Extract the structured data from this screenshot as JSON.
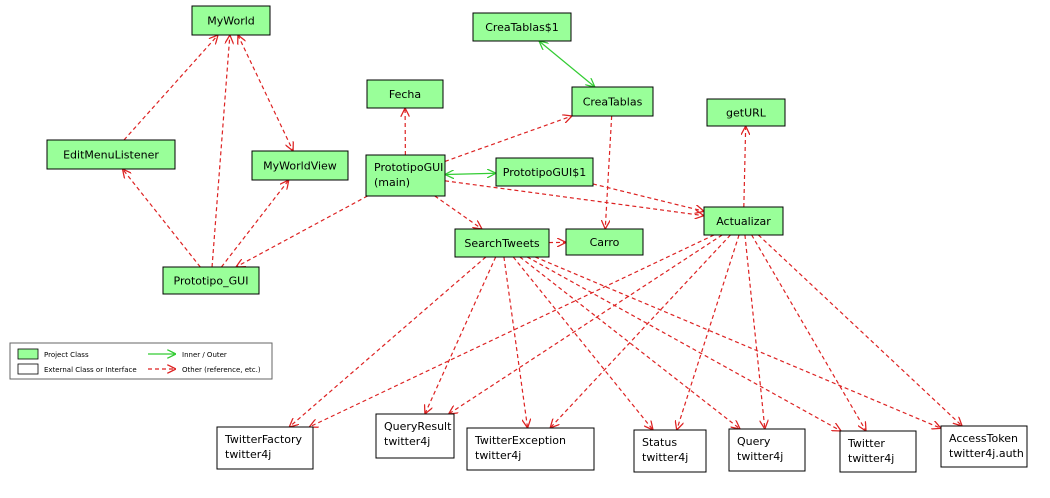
{
  "colors": {
    "project_fill": "#99ff99",
    "external_fill": "#ffffff",
    "inner_edge": "#33cc33",
    "other_edge": "#dd2222"
  },
  "nodes": [
    {
      "id": "MyWorld",
      "type": "project",
      "lines": [
        "MyWorld"
      ]
    },
    {
      "id": "CreaTablas1",
      "type": "project",
      "lines": [
        "CreaTablas$1"
      ]
    },
    {
      "id": "Fecha",
      "type": "project",
      "lines": [
        "Fecha"
      ]
    },
    {
      "id": "CreaTablas",
      "type": "project",
      "lines": [
        "CreaTablas"
      ]
    },
    {
      "id": "getURL",
      "type": "project",
      "lines": [
        "getURL"
      ]
    },
    {
      "id": "EditMenuListener",
      "type": "project",
      "lines": [
        "EditMenuListener"
      ]
    },
    {
      "id": "MyWorldView",
      "type": "project",
      "lines": [
        "MyWorldView"
      ]
    },
    {
      "id": "PrototipoGUI",
      "type": "project",
      "lines": [
        "PrototipoGUI",
        "(main)"
      ]
    },
    {
      "id": "PrototipoGUI1",
      "type": "project",
      "lines": [
        "PrototipoGUI$1"
      ]
    },
    {
      "id": "Actualizar",
      "type": "project",
      "lines": [
        "Actualizar"
      ]
    },
    {
      "id": "SearchTweets",
      "type": "project",
      "lines": [
        "SearchTweets"
      ]
    },
    {
      "id": "Carro",
      "type": "project",
      "lines": [
        "Carro"
      ]
    },
    {
      "id": "Prototipo_GUI",
      "type": "project",
      "lines": [
        "Prototipo_GUI"
      ]
    },
    {
      "id": "TwitterFactory",
      "type": "external",
      "lines": [
        "TwitterFactory",
        "twitter4j"
      ]
    },
    {
      "id": "QueryResult",
      "type": "external",
      "lines": [
        "QueryResult",
        "twitter4j"
      ]
    },
    {
      "id": "TwitterException",
      "type": "external",
      "lines": [
        "TwitterException",
        "twitter4j"
      ]
    },
    {
      "id": "Status",
      "type": "external",
      "lines": [
        "Status",
        "twitter4j"
      ]
    },
    {
      "id": "Query",
      "type": "external",
      "lines": [
        "Query",
        "twitter4j"
      ]
    },
    {
      "id": "Twitter",
      "type": "external",
      "lines": [
        "Twitter",
        "twitter4j"
      ]
    },
    {
      "id": "AccessToken",
      "type": "external",
      "lines": [
        "AccessToken",
        "twitter4j.auth"
      ]
    }
  ],
  "edges": [
    {
      "from": "MyWorld",
      "to": "MyWorldView",
      "kind": "other",
      "bidirectional": true
    },
    {
      "from": "EditMenuListener",
      "to": "MyWorld",
      "kind": "other"
    },
    {
      "from": "Prototipo_GUI",
      "to": "MyWorld",
      "kind": "other"
    },
    {
      "from": "Prototipo_GUI",
      "to": "EditMenuListener",
      "kind": "other"
    },
    {
      "from": "Prototipo_GUI",
      "to": "MyWorldView",
      "kind": "other"
    },
    {
      "from": "CreaTablas1",
      "to": "CreaTablas",
      "kind": "inner",
      "bidirectional": true
    },
    {
      "from": "PrototipoGUI",
      "to": "Fecha",
      "kind": "other"
    },
    {
      "from": "PrototipoGUI",
      "to": "CreaTablas",
      "kind": "other"
    },
    {
      "from": "PrototipoGUI",
      "to": "PrototipoGUI1",
      "kind": "inner",
      "bidirectional": true
    },
    {
      "from": "PrototipoGUI",
      "to": "Actualizar",
      "kind": "other"
    },
    {
      "from": "PrototipoGUI",
      "to": "SearchTweets",
      "kind": "other"
    },
    {
      "from": "PrototipoGUI",
      "to": "Prototipo_GUI",
      "kind": "other"
    },
    {
      "from": "PrototipoGUI1",
      "to": "Actualizar",
      "kind": "other"
    },
    {
      "from": "CreaTablas",
      "to": "Carro",
      "kind": "other"
    },
    {
      "from": "SearchTweets",
      "to": "Carro",
      "kind": "other"
    },
    {
      "from": "Actualizar",
      "to": "getURL",
      "kind": "other"
    },
    {
      "from": "SearchTweets",
      "to": "TwitterFactory",
      "kind": "other"
    },
    {
      "from": "SearchTweets",
      "to": "QueryResult",
      "kind": "other"
    },
    {
      "from": "SearchTweets",
      "to": "TwitterException",
      "kind": "other"
    },
    {
      "from": "SearchTweets",
      "to": "Status",
      "kind": "other"
    },
    {
      "from": "SearchTweets",
      "to": "Query",
      "kind": "other"
    },
    {
      "from": "SearchTweets",
      "to": "Twitter",
      "kind": "other"
    },
    {
      "from": "SearchTweets",
      "to": "AccessToken",
      "kind": "other"
    },
    {
      "from": "Actualizar",
      "to": "TwitterFactory",
      "kind": "other"
    },
    {
      "from": "Actualizar",
      "to": "QueryResult",
      "kind": "other"
    },
    {
      "from": "Actualizar",
      "to": "TwitterException",
      "kind": "other"
    },
    {
      "from": "Actualizar",
      "to": "Status",
      "kind": "other"
    },
    {
      "from": "Actualizar",
      "to": "Query",
      "kind": "other"
    },
    {
      "from": "Actualizar",
      "to": "Twitter",
      "kind": "other"
    },
    {
      "from": "Actualizar",
      "to": "AccessToken",
      "kind": "other"
    }
  ],
  "legend": {
    "project_class": "Project Class",
    "external_class": "External Class or Interface",
    "inner_outer": "Inner / Outer",
    "other": "Other (reference, etc.)"
  }
}
